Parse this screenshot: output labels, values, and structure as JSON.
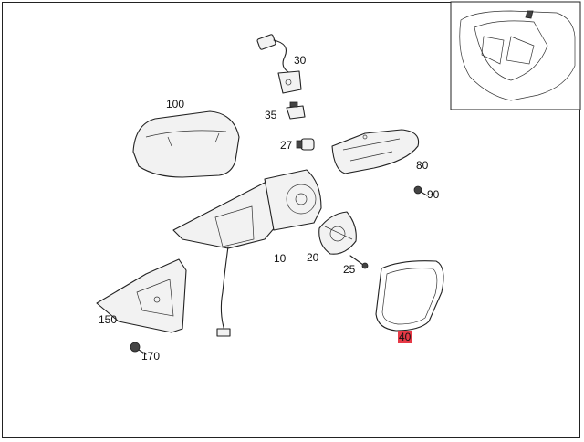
{
  "diagram": {
    "highlight_color": "#e63946",
    "callouts": [
      {
        "id": "callout-100",
        "label": "100"
      },
      {
        "id": "callout-30",
        "label": "30"
      },
      {
        "id": "callout-35",
        "label": "35"
      },
      {
        "id": "callout-27",
        "label": "27"
      },
      {
        "id": "callout-80",
        "label": "80"
      },
      {
        "id": "callout-90",
        "label": "90"
      },
      {
        "id": "callout-10",
        "label": "10"
      },
      {
        "id": "callout-20",
        "label": "20"
      },
      {
        "id": "callout-25",
        "label": "25"
      },
      {
        "id": "callout-150",
        "label": "150"
      },
      {
        "id": "callout-170",
        "label": "170"
      },
      {
        "id": "callout-40",
        "label": "40",
        "highlighted": true
      }
    ]
  }
}
